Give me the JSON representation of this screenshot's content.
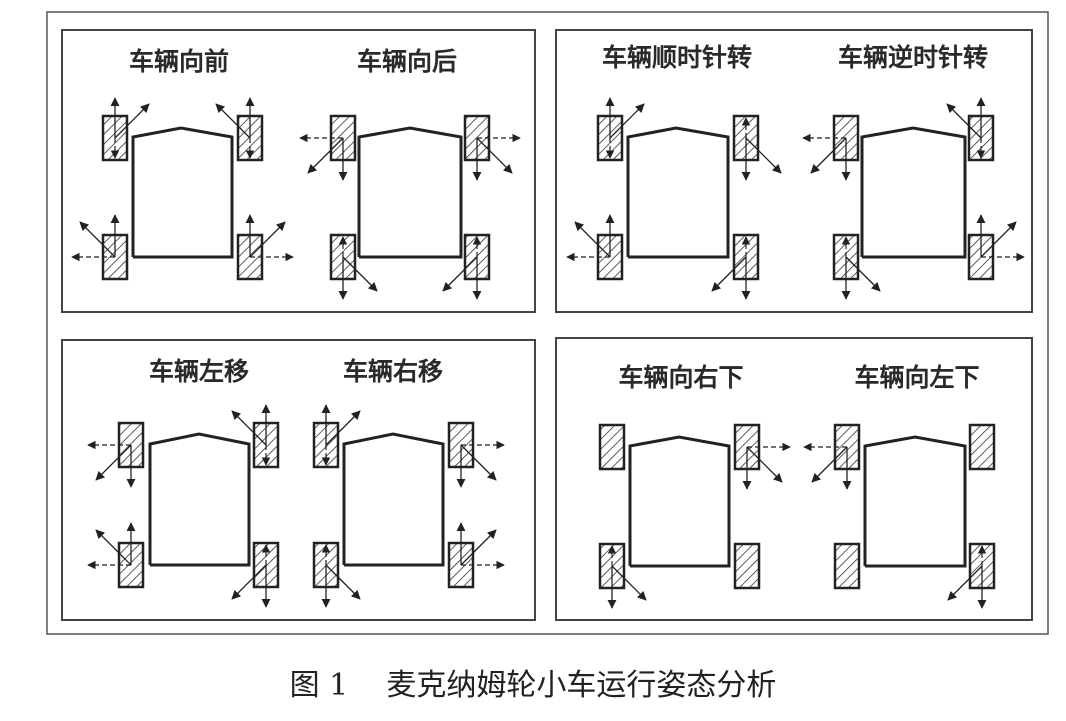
{
  "caption": {
    "number": "图 1",
    "text": "麦克纳姆轮小车运行姿态分析"
  },
  "panels": [
    {
      "cars": [
        {
          "label": "车辆向前"
        },
        {
          "label": "车辆向后"
        }
      ]
    },
    {
      "cars": [
        {
          "label": "车辆顺时针转"
        },
        {
          "label": "车辆逆时针转"
        }
      ]
    },
    {
      "cars": [
        {
          "label": "车辆左移"
        },
        {
          "label": "车辆右移"
        }
      ]
    },
    {
      "cars": [
        {
          "label": "车辆向右下"
        },
        {
          "label": "车辆向左下"
        }
      ]
    }
  ]
}
